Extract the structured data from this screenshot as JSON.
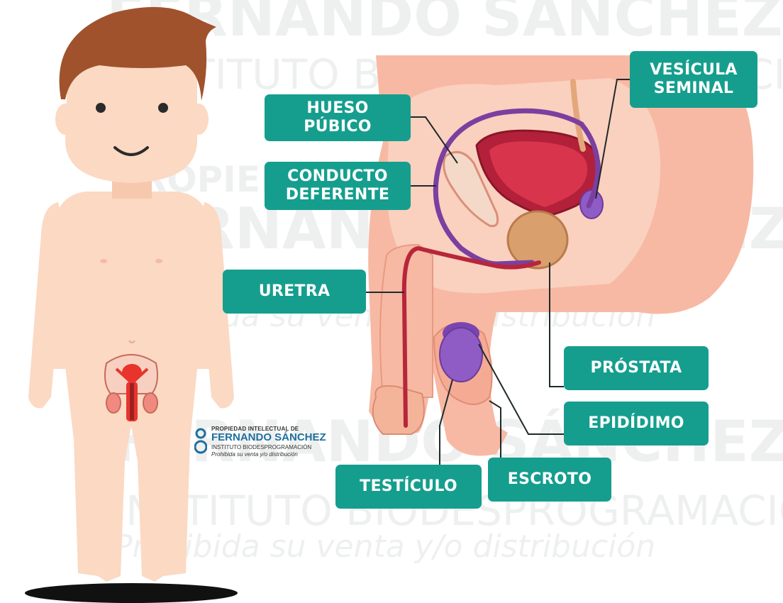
{
  "watermark": {
    "name": "FERNANDO SÁNCHEZ",
    "institute": "INSTITUTO BIODESPROGRAMACIÓN",
    "notice": "Prohibida su venta y/o distribución",
    "property": "PROPIEDAD INTELECTUAL DE"
  },
  "logo": {
    "line1": "PROPIEDAD INTELECTUAL DE",
    "line2": "FERNANDO SÁNCHEZ",
    "line3": "INSTITUTO BIODESPROGRAMACIÓN",
    "line4": "Prohibida su venta y/o distribución"
  },
  "labels": {
    "vesicula_seminal": [
      "VESÍCULA",
      "SEMINAL"
    ],
    "hueso_pubico": [
      "HUESO",
      "PÚBICO"
    ],
    "conducto_deferente": [
      "CONDUCTO",
      "DEFERENTE"
    ],
    "uretra": "URETRA",
    "prostata": "PRÓSTATA",
    "epididimo": "EPIDÍDIMO",
    "escroto": "ESCROTO",
    "testiculo": "TESTÍCULO"
  },
  "colors": {
    "label_bg": "#159e8e",
    "skin": "#fbd9c3",
    "hair": "#a0522d",
    "anatomy_skin": "#f7b9a3",
    "vas_deferens": "#7b3fa0",
    "urethra": "#b7263a",
    "bladder": "#b3203a",
    "prostate": "#d9a06e",
    "testis": "#8f5cc6"
  }
}
